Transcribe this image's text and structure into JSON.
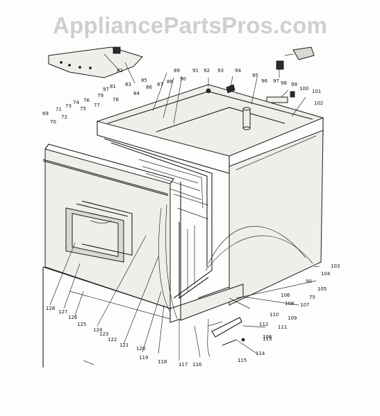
{
  "watermark": "AppliancePartsPros.com",
  "part_labels": [
    {
      "id": "97",
      "text": "97"
    },
    {
      "id": "81",
      "text": "81"
    },
    {
      "id": "82",
      "text": "82"
    },
    {
      "id": "83",
      "text": "83"
    },
    {
      "id": "79",
      "text": "79"
    },
    {
      "id": "76",
      "text": "76"
    },
    {
      "id": "78",
      "text": "78"
    },
    {
      "id": "84",
      "text": "84"
    },
    {
      "id": "85",
      "text": "85"
    },
    {
      "id": "86",
      "text": "86"
    },
    {
      "id": "87",
      "text": "87"
    },
    {
      "id": "88",
      "text": "88"
    },
    {
      "id": "89",
      "text": "89"
    },
    {
      "id": "90",
      "text": "90"
    },
    {
      "id": "91",
      "text": "91"
    },
    {
      "id": "92",
      "text": "92"
    },
    {
      "id": "93",
      "text": "93"
    },
    {
      "id": "94",
      "text": "94"
    },
    {
      "id": "95",
      "text": "95"
    },
    {
      "id": "96",
      "text": "96"
    },
    {
      "id": "97b",
      "text": "97"
    },
    {
      "id": "98",
      "text": "98"
    },
    {
      "id": "99",
      "text": "99"
    },
    {
      "id": "100",
      "text": "100"
    },
    {
      "id": "101",
      "text": "101"
    },
    {
      "id": "102",
      "text": "102"
    },
    {
      "id": "69",
      "text": "69"
    },
    {
      "id": "70",
      "text": "70"
    },
    {
      "id": "71",
      "text": "71"
    },
    {
      "id": "72",
      "text": "72"
    },
    {
      "id": "73",
      "text": "73"
    },
    {
      "id": "74",
      "text": "74"
    },
    {
      "id": "75",
      "text": "75"
    },
    {
      "id": "77",
      "text": "77"
    },
    {
      "id": "103",
      "text": "103"
    },
    {
      "id": "104",
      "text": "104"
    },
    {
      "id": "105",
      "text": "105"
    },
    {
      "id": "90b",
      "text": "90"
    },
    {
      "id": "75b",
      "text": "75"
    },
    {
      "id": "106",
      "text": "106"
    },
    {
      "id": "107",
      "text": "107"
    },
    {
      "id": "108",
      "text": "108"
    },
    {
      "id": "109",
      "text": "109"
    },
    {
      "id": "110",
      "text": "110"
    },
    {
      "id": "111",
      "text": "111"
    },
    {
      "id": "112",
      "text": "112"
    },
    {
      "id": "113",
      "text": "113"
    },
    {
      "id": "106b",
      "text": "106"
    },
    {
      "id": "114",
      "text": "114"
    },
    {
      "id": "115",
      "text": "115"
    },
    {
      "id": "116",
      "text": "116"
    },
    {
      "id": "117",
      "text": "117"
    },
    {
      "id": "118",
      "text": "118"
    },
    {
      "id": "119",
      "text": "119"
    },
    {
      "id": "120",
      "text": "120"
    },
    {
      "id": "121",
      "text": "121"
    },
    {
      "id": "122",
      "text": "122"
    },
    {
      "id": "123",
      "text": "123"
    },
    {
      "id": "124",
      "text": "124"
    },
    {
      "id": "125",
      "text": "125"
    },
    {
      "id": "126",
      "text": "126"
    },
    {
      "id": "127",
      "text": "127"
    },
    {
      "id": "128",
      "text": "128"
    }
  ]
}
